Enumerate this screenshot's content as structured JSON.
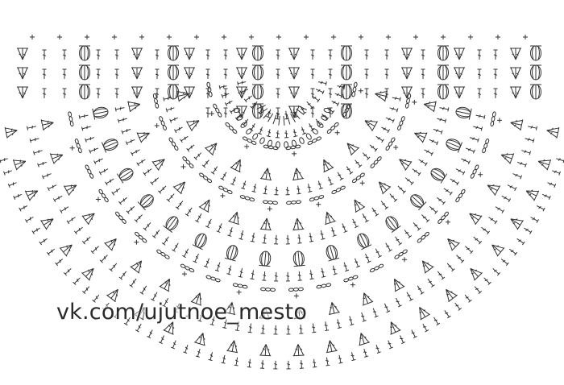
{
  "diagram": {
    "type": "crochet-chart",
    "shape": "semicircle",
    "line_color": "#333333",
    "background": "#ffffff"
  },
  "watermark": {
    "text": "vk.com/ujutnoe_mesto"
  },
  "stitch_icons": [
    "double-crochet-icon",
    "shell-cluster-icon",
    "bobble-stitch-icon",
    "chain-loop-icon",
    "single-crochet-cross-icon"
  ]
}
